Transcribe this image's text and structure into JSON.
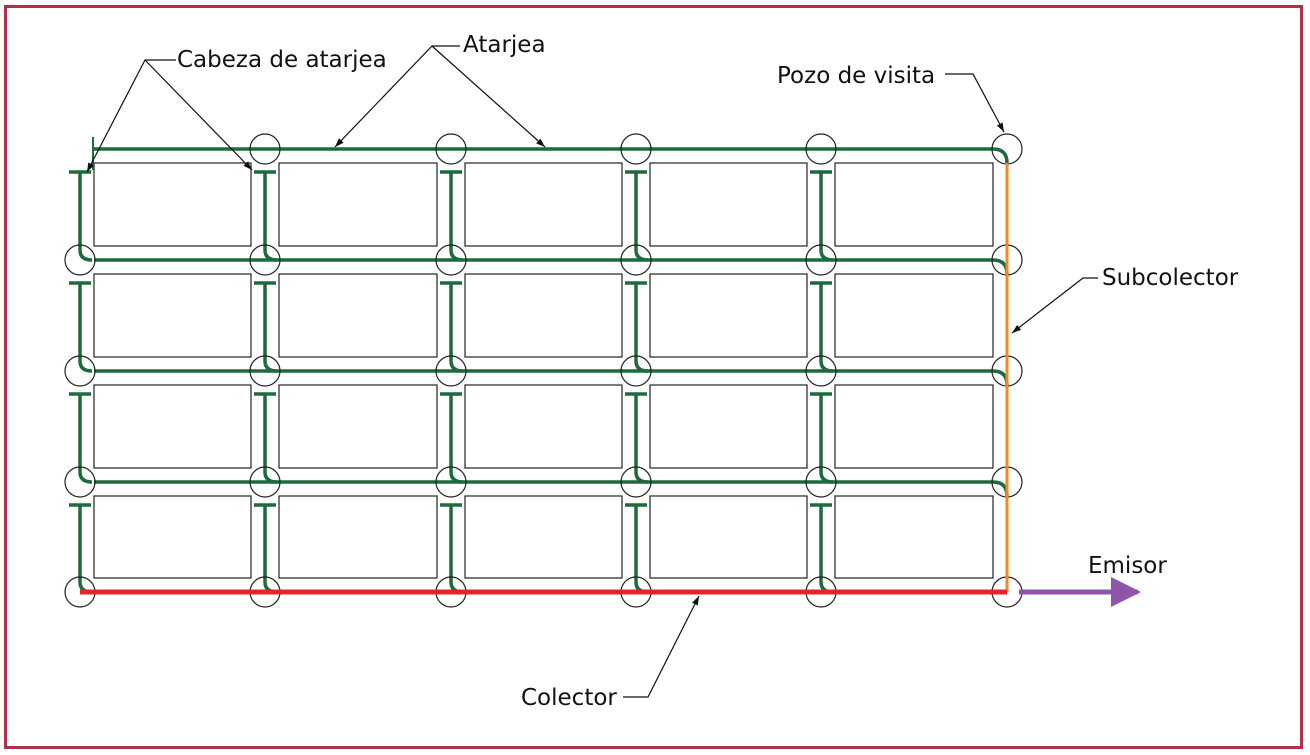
{
  "labels": {
    "cabeza": "Cabeza de atarjea",
    "atarjea": "Atarjea",
    "pozo": "Pozo de visita",
    "subcolector": "Subcolector",
    "emisor": "Emisor",
    "colector": "Colector"
  },
  "colors": {
    "frame": "#b0304a",
    "atarjea": "#1d6b3c",
    "subcolector": "#f08a24",
    "colector": "#e3242b",
    "emisor": "#8e55a8",
    "block": "#222222",
    "manhole": "#222222"
  }
}
